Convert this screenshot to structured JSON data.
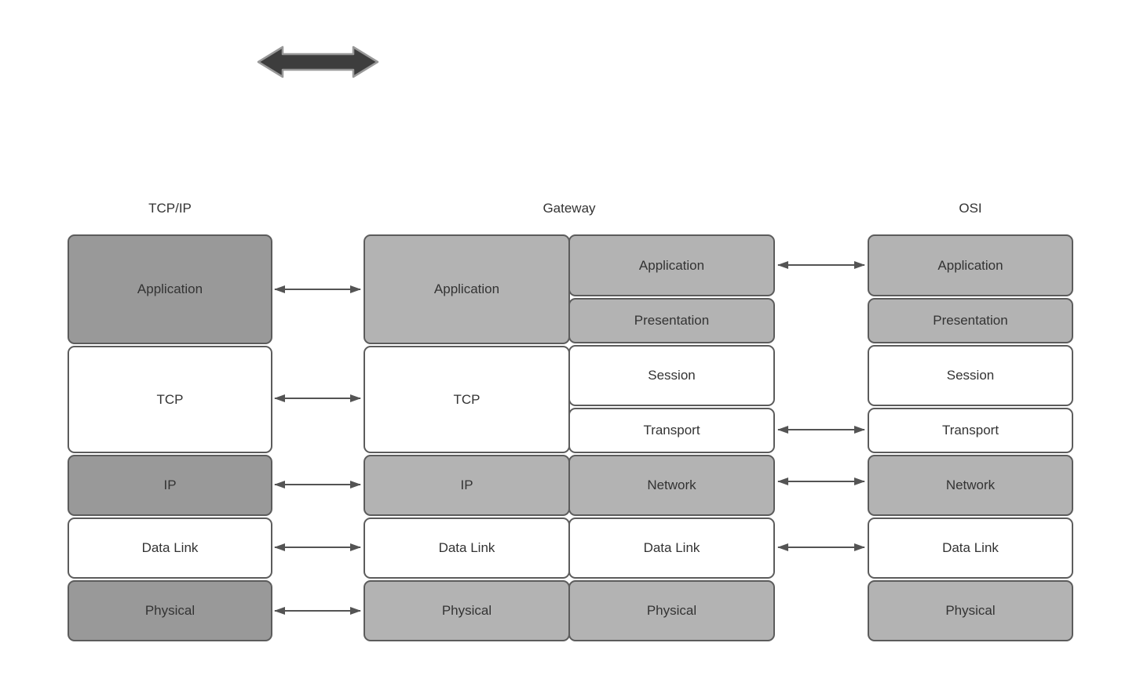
{
  "headers": {
    "tcpip": "TCP/IP",
    "gateway": "Gateway",
    "osi": "OSI"
  },
  "columns": {
    "tcpip": {
      "layers": [
        {
          "label": "Application"
        },
        {
          "label": "TCP"
        },
        {
          "label": "IP"
        },
        {
          "label": "Data Link"
        },
        {
          "label": "Physical"
        }
      ]
    },
    "gateway_left": {
      "layers": [
        {
          "label": "Application"
        },
        {
          "label": "TCP"
        },
        {
          "label": "IP"
        },
        {
          "label": "Data Link"
        },
        {
          "label": "Physical"
        }
      ]
    },
    "gateway_right": {
      "layers": [
        {
          "label": "Application"
        },
        {
          "label": "Presentation"
        },
        {
          "label": "Session"
        },
        {
          "label": "Transport"
        },
        {
          "label": "Network"
        },
        {
          "label": "Data Link"
        },
        {
          "label": "Physical"
        }
      ]
    },
    "osi": {
      "layers": [
        {
          "label": "Application"
        },
        {
          "label": "Presentation"
        },
        {
          "label": "Session"
        },
        {
          "label": "Transport"
        },
        {
          "label": "Network"
        },
        {
          "label": "Data Link"
        },
        {
          "label": "Physical"
        }
      ]
    }
  },
  "icons": {
    "two_way_arrow": "two-way-arrow"
  },
  "colors": {
    "dark_gray_fill": "#999999",
    "light_gray_fill": "#b3b3b3",
    "white_fill": "#ffffff",
    "border": "#5c5c5c",
    "text": "#333333",
    "connector_arrow": "#545454",
    "thick_arrow_fill": "#3d3d3d",
    "thick_arrow_stroke": "#999999"
  }
}
